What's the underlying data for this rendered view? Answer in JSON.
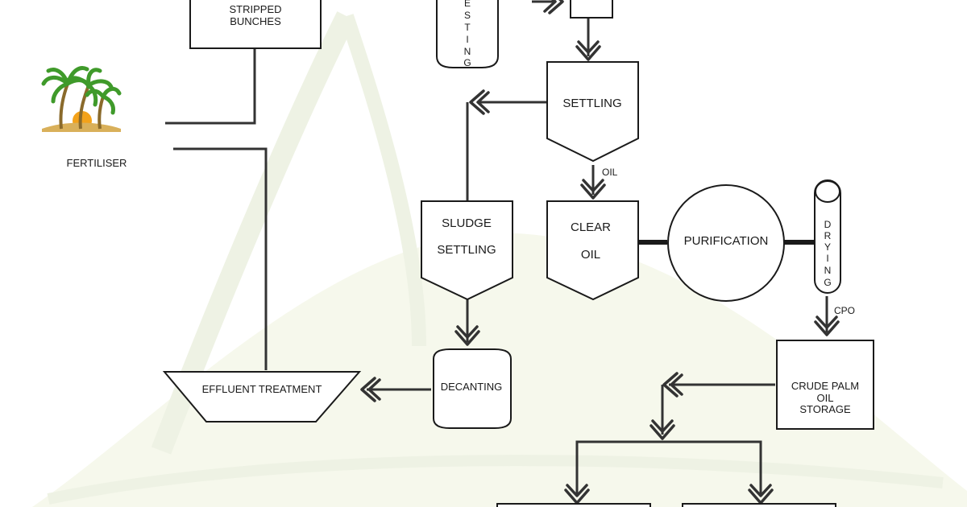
{
  "nodes": {
    "stripped_bunches": {
      "line1": "STRIPPED",
      "line2": "BUNCHES"
    },
    "fertiliser": "FERTILISER",
    "digesting_partial": [
      "E",
      "S",
      "T",
      "I",
      "N",
      "G"
    ],
    "settling": "SETTLING",
    "oil_label": "OIL",
    "sludge_settling": {
      "line1": "SLUDGE",
      "line2": "SETTLING"
    },
    "clear_oil": {
      "line1": "CLEAR",
      "line2": "OIL"
    },
    "purification": "PURIFICATION",
    "drying": [
      "D",
      "R",
      "Y",
      "I",
      "N",
      "G"
    ],
    "cpo_label": "CPO",
    "crude_palm_oil_storage": {
      "line1": "CRUDE PALM",
      "line2": "OIL",
      "line3": "STORAGE"
    },
    "decanting": "DECANTING",
    "effluent_treatment": "EFFLUENT TREATMENT"
  },
  "colors": {
    "stroke": "#1a1a1a",
    "arrow": "#333333",
    "watermark_green": "#e7eedb",
    "watermark_fill": "#f6f8ec",
    "palm_leaf": "#3f9a2a",
    "palm_trunk": "#8a6a2b",
    "sun": "#f3a21a"
  },
  "icons": {
    "palm_trees": "palm-trees-icon"
  }
}
